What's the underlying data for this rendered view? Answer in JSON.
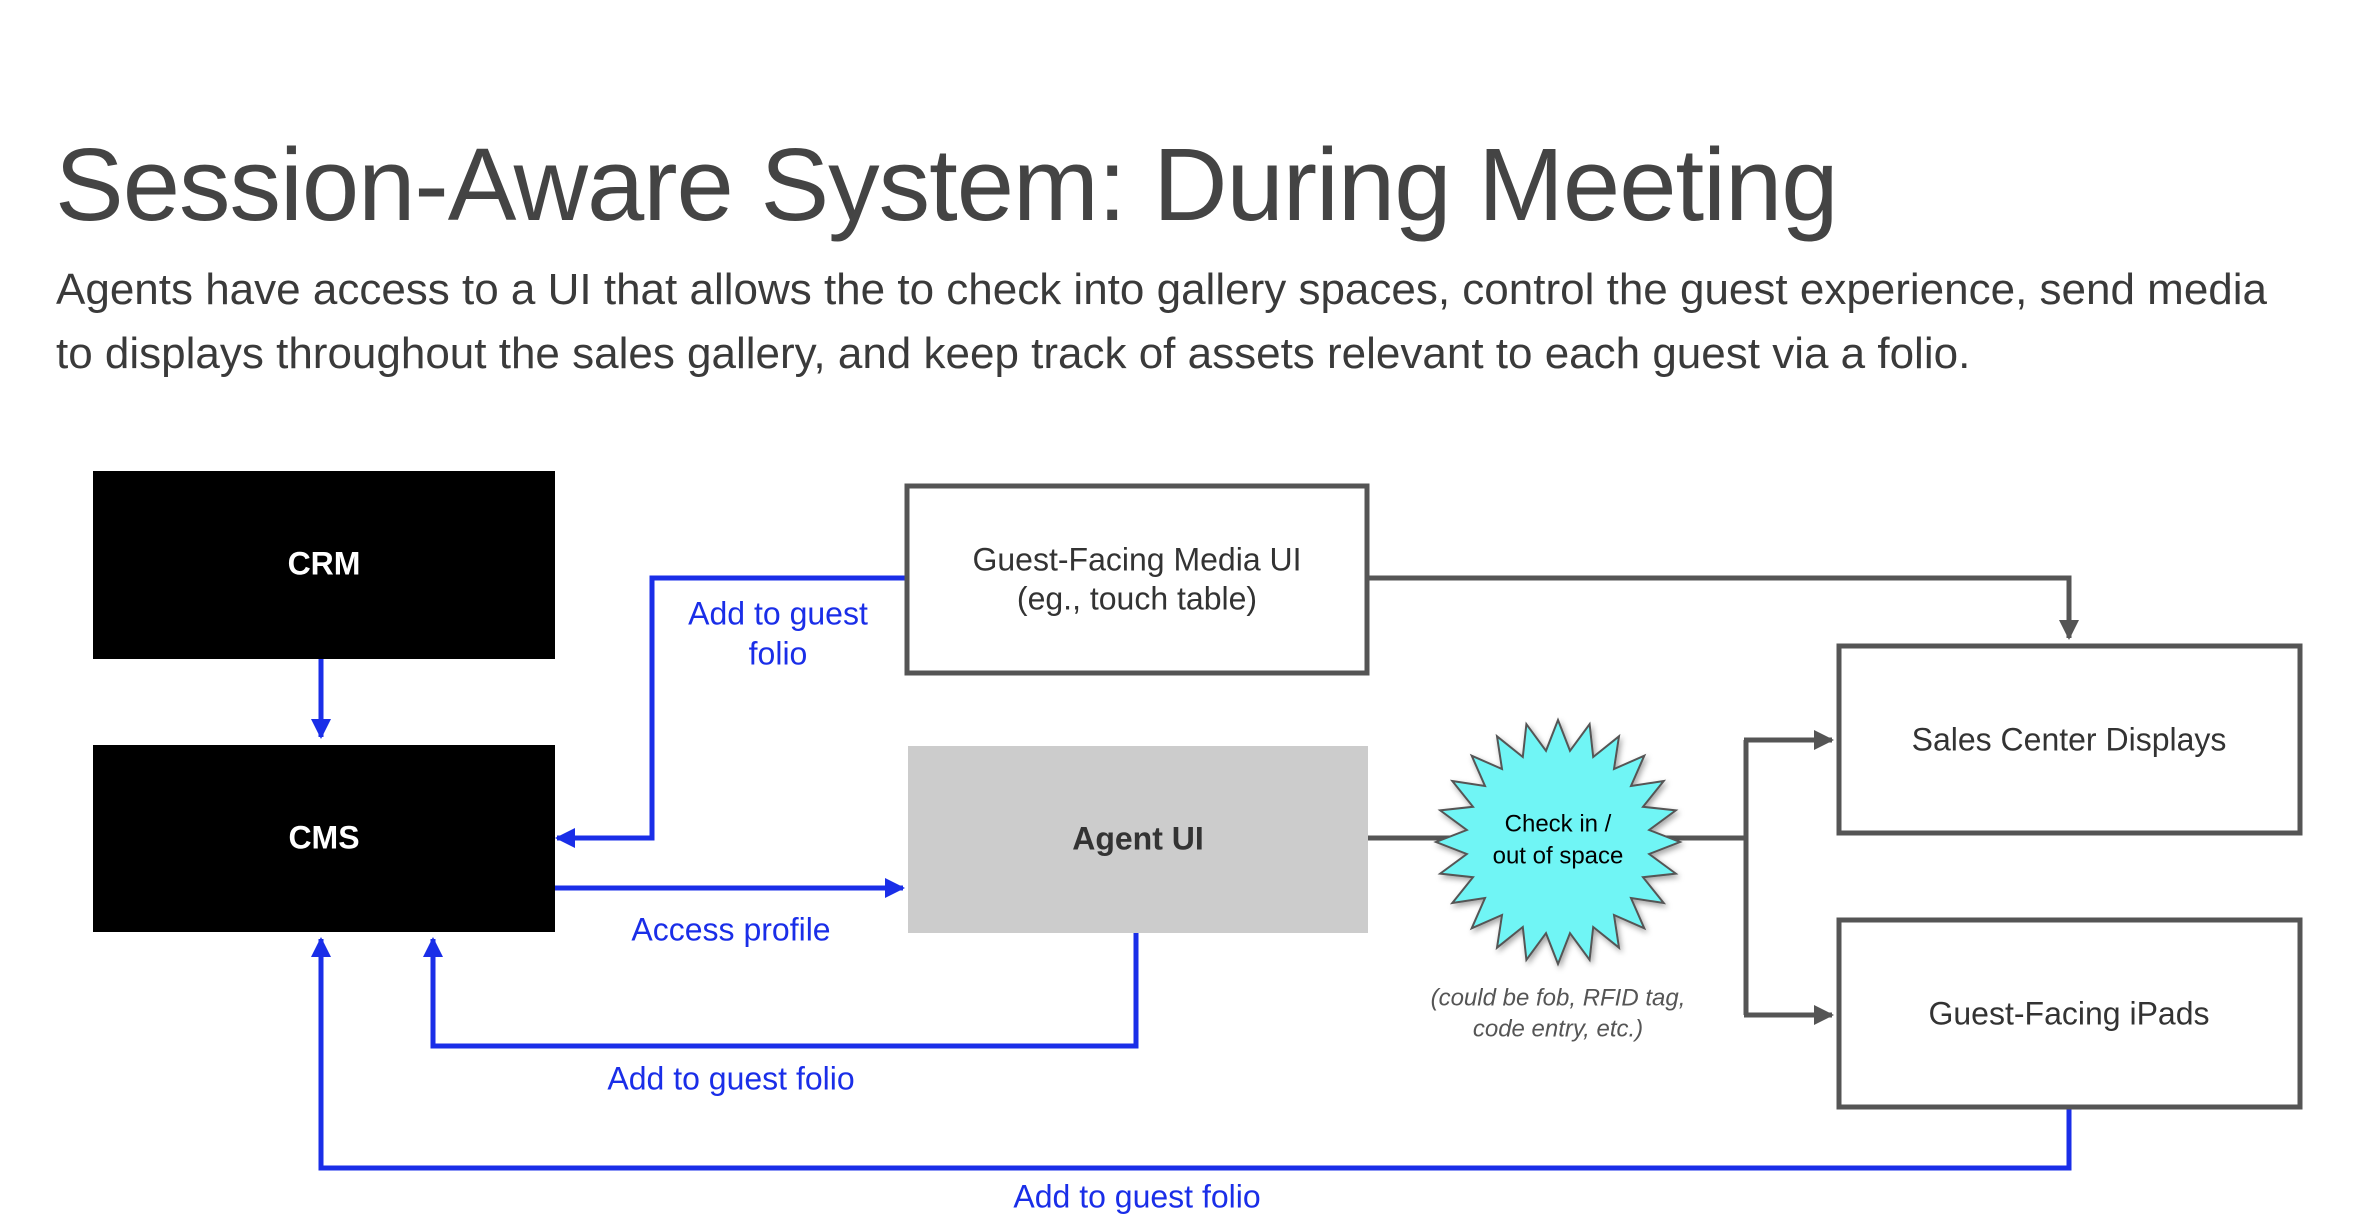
{
  "slide": {
    "title": "Session-Aware System: During Meeting",
    "subtitle": "Agents have access to a UI that allows the to check into gallery spaces, control the guest experience, send media to displays throughout the sales gallery, and keep track of assets relevant to each guest via a folio."
  },
  "diagram": {
    "nodes": {
      "crm": "CRM",
      "cms": "CMS",
      "guest_media_ui_line1": "Guest-Facing Media UI",
      "guest_media_ui_line2": "(eg., touch table)",
      "agent_ui": "Agent UI",
      "checkin_line1": "Check in /",
      "checkin_line2": "out of space",
      "sales_center_displays": "Sales Center Displays",
      "guest_ipads": "Guest-Facing iPads"
    },
    "edge_labels": {
      "media_to_cms_line1": "Add to guest",
      "media_to_cms_line2": "folio",
      "cms_to_agent": "Access profile",
      "agent_to_cms": "Add to guest folio",
      "ipads_to_cms": "Add to guest folio"
    },
    "note_line1": "(could be fob, RFID tag,",
    "note_line2": "code entry, etc.)",
    "colors": {
      "black_box": "#000000",
      "agent_box": "#cccccc",
      "starburst": "#6ff5f5",
      "blue_connector": "#1a2ee8",
      "gray_connector": "#555555"
    }
  }
}
